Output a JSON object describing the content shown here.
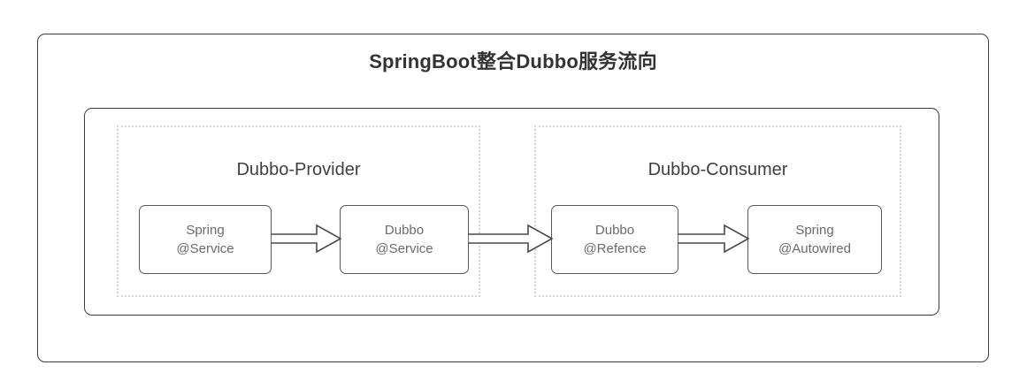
{
  "diagram": {
    "title": "SpringBoot整合Dubbo服务流向",
    "frame_border_color": "#3d3d3d",
    "background_color": "#ffffff",
    "groups": [
      {
        "id": "dubbo-provider",
        "label": "Dubbo-Provider",
        "border_style": "dotted",
        "border_color": "#d4d4d4",
        "nodes": [
          {
            "id": "spring-service",
            "line1": "Spring",
            "line2": "@Service"
          },
          {
            "id": "dubbo-service",
            "line1": "Dubbo",
            "line2": "@Service"
          }
        ]
      },
      {
        "id": "dubbo-consumer",
        "label": "Dubbo-Consumer",
        "border_style": "dotted",
        "border_color": "#d4d4d4",
        "nodes": [
          {
            "id": "dubbo-refence",
            "line1": "Dubbo",
            "line2": "@Refence"
          },
          {
            "id": "spring-autowired",
            "line1": "Spring",
            "line2": "@Autowired"
          }
        ]
      }
    ],
    "arrows": [
      {
        "id": "arrow-spring-service-to-dubbo-service",
        "from": "spring-service",
        "to": "dubbo-service",
        "direction": "right",
        "style": "hollow-block"
      },
      {
        "id": "arrow-dubbo-service-to-dubbo-refence",
        "from": "dubbo-service",
        "to": "dubbo-refence",
        "direction": "right",
        "style": "hollow-block"
      },
      {
        "id": "arrow-dubbo-refence-to-spring-autowired",
        "from": "dubbo-refence",
        "to": "spring-autowired",
        "direction": "right",
        "style": "hollow-block"
      }
    ],
    "node_text_color": "#6b6b6b",
    "node_border_color": "#595959",
    "title_color": "#333333",
    "group_label_color": "#3f3f3f"
  }
}
